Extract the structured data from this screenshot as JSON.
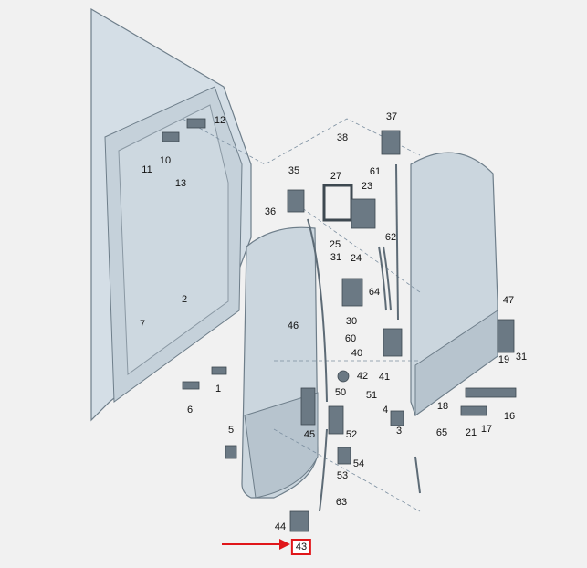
{
  "colors": {
    "accent": "#e0161a",
    "panel": "#c9d5de",
    "panel_edge": "#6e7e8a",
    "part": "#5d6b76"
  },
  "highlighted_part": "43",
  "labels": [
    {
      "n": "12"
    },
    {
      "n": "11"
    },
    {
      "n": "10"
    },
    {
      "n": "13"
    },
    {
      "n": "35"
    },
    {
      "n": "36"
    },
    {
      "n": "27"
    },
    {
      "n": "23"
    },
    {
      "n": "25"
    },
    {
      "n": "24"
    },
    {
      "n": "31"
    },
    {
      "n": "62"
    },
    {
      "n": "37"
    },
    {
      "n": "38"
    },
    {
      "n": "61"
    },
    {
      "n": "30"
    },
    {
      "n": "64"
    },
    {
      "n": "40"
    },
    {
      "n": "41"
    },
    {
      "n": "42"
    },
    {
      "n": "60"
    },
    {
      "n": "46"
    },
    {
      "n": "2"
    },
    {
      "n": "7"
    },
    {
      "n": "1"
    },
    {
      "n": "6"
    },
    {
      "n": "5"
    },
    {
      "n": "45"
    },
    {
      "n": "50"
    },
    {
      "n": "51"
    },
    {
      "n": "52"
    },
    {
      "n": "4"
    },
    {
      "n": "3"
    },
    {
      "n": "53"
    },
    {
      "n": "54"
    },
    {
      "n": "63"
    },
    {
      "n": "44"
    },
    {
      "n": "43"
    },
    {
      "n": "47"
    },
    {
      "n": "19"
    },
    {
      "n": "31"
    },
    {
      "n": "18"
    },
    {
      "n": "16"
    },
    {
      "n": "17"
    },
    {
      "n": "21"
    },
    {
      "n": "65"
    }
  ]
}
